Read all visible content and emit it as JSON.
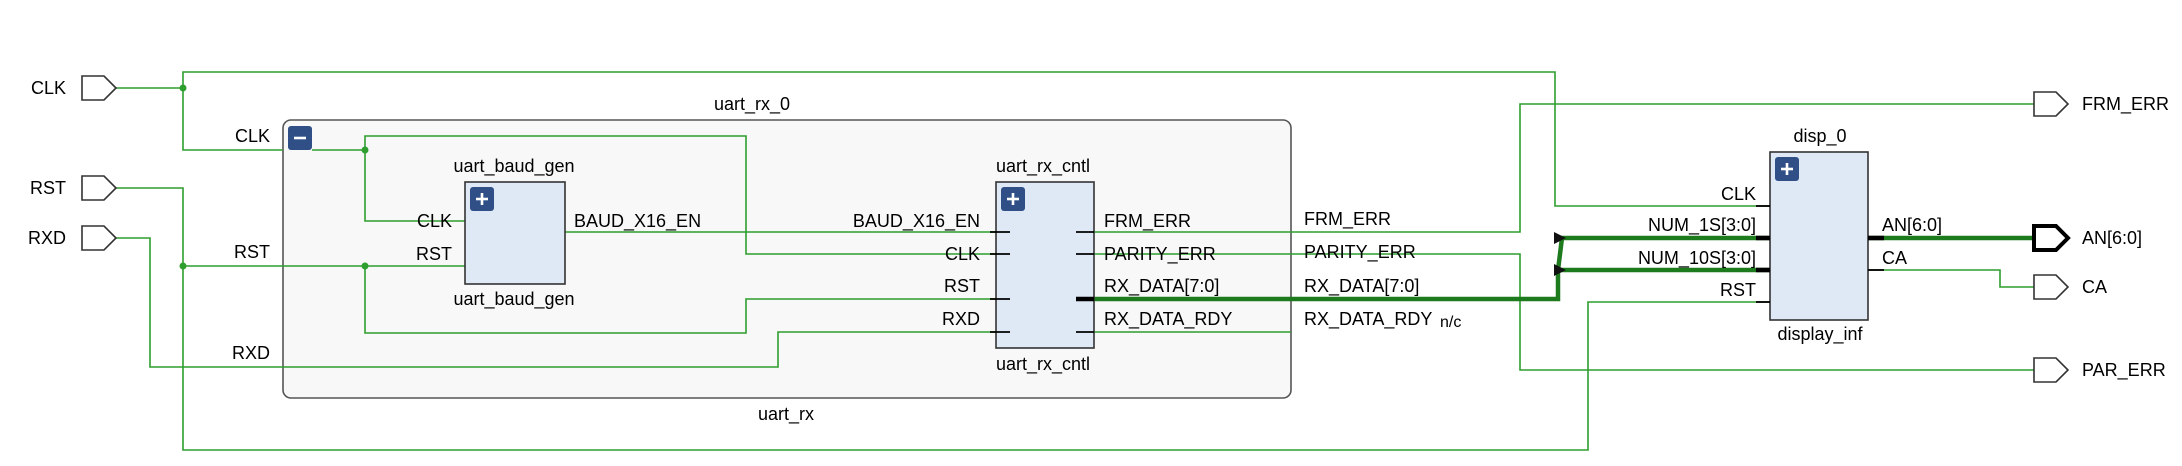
{
  "ports_in": {
    "clk": "CLK",
    "rst": "RST",
    "rxd": "RXD"
  },
  "ports_out": {
    "frm_err": "FRM_ERR",
    "an": "AN[6:0]",
    "ca": "CA",
    "par_err": "PAR_ERR"
  },
  "uart_rx": {
    "instance": "uart_rx_0",
    "module": "uart_rx",
    "pins_in": {
      "clk": "CLK",
      "rst": "RST",
      "rxd": "RXD"
    },
    "pins_out": {
      "frm_err": "FRM_ERR",
      "parity_err": "PARITY_ERR",
      "rx_data": "RX_DATA[7:0]",
      "rx_data_rdy": "RX_DATA_RDY"
    }
  },
  "baud_gen": {
    "instance": "uart_baud_gen",
    "module": "uart_baud_gen",
    "pins_in": {
      "clk": "CLK",
      "rst": "RST"
    },
    "pins_out": {
      "baud": "BAUD_X16_EN"
    }
  },
  "rx_cntl": {
    "instance": "uart_rx_cntl",
    "module": "uart_rx_cntl",
    "pins_in": {
      "baud": "BAUD_X16_EN",
      "clk": "CLK",
      "rst": "RST",
      "rxd": "RXD"
    },
    "pins_out": {
      "frm_err": "FRM_ERR",
      "parity_err": "PARITY_ERR",
      "rx_data": "RX_DATA[7:0]",
      "rx_data_rdy": "RX_DATA_RDY"
    }
  },
  "disp": {
    "instance": "disp_0",
    "module": "display_inf",
    "pins_in": {
      "clk": "CLK",
      "num_1s": "NUM_1S[3:0]",
      "num_10s": "NUM_10S[3:0]",
      "rst": "RST"
    },
    "pins_out": {
      "an": "AN[6:0]",
      "ca": "CA"
    }
  },
  "nc_label": "n/c",
  "colors": {
    "wire": "#2e9e2e",
    "bus": "#1d7a1d",
    "block_fill": "#dfe9f6",
    "hier_fill": "#f8f8f8",
    "button": "#2f4f86"
  },
  "icons": {
    "collapse": "minus-icon",
    "expand": "plus-icon"
  }
}
